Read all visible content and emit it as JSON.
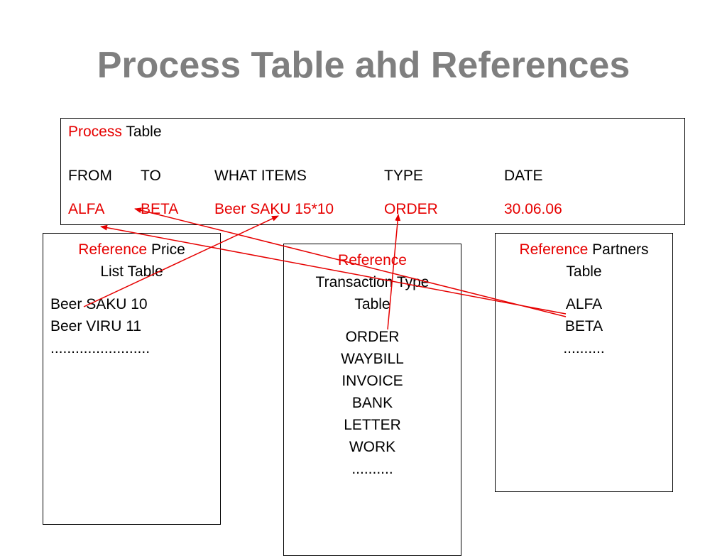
{
  "title": "Process Table ahd References",
  "process_table": {
    "title_red": "Process",
    "title_black": "Table",
    "headers": [
      "FROM",
      "TO",
      "WHAT ITEMS",
      "TYPE",
      "DATE"
    ],
    "row": [
      "ALFA",
      "BETA",
      "Beer SAKU 15*10",
      "ORDER",
      "30.06.06"
    ]
  },
  "price_list": {
    "title_red": "Reference",
    "title_line1_rest": "Price",
    "title_line2": "List Table",
    "items": [
      "Beer SAKU 10",
      "Beer VIRU 11",
      "........................"
    ]
  },
  "transaction_type": {
    "title_red": "Reference",
    "title_line2": "Transaction Type",
    "title_line3": "Table",
    "items": [
      "ORDER",
      "WAYBILL",
      "INVOICE",
      "BANK",
      "LETTER",
      "WORK",
      ".........."
    ]
  },
  "partners": {
    "title_red": "Reference",
    "title_line1_rest": "Partners",
    "title_line2": "Table",
    "items": [
      "ALFA",
      "BETA",
      ".........."
    ]
  },
  "colors": {
    "title": "#7f7f7f",
    "accent": "#e60000"
  }
}
